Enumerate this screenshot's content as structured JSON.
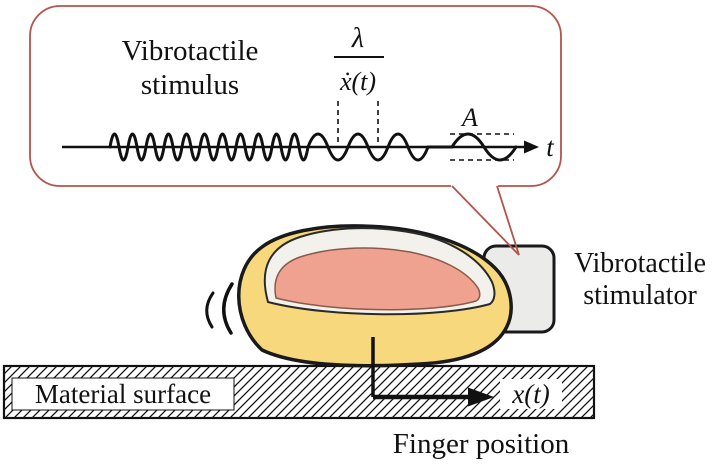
{
  "callout": {
    "stimulus_label_line1": "Vibrotactile",
    "stimulus_label_line2": "stimulus",
    "wavelength_numerator": "λ",
    "wavelength_denominator": "ẋ(t)",
    "axis_label": "t",
    "amplitude_label": "A"
  },
  "scene": {
    "stimulator_label_line1": "Vibrotactile",
    "stimulator_label_line2": "stimulator",
    "surface_label": "Material surface",
    "position_var": "x(t)",
    "position_caption": "Finger position"
  },
  "colors": {
    "callout_outline": "#b4544c",
    "finger_fill": "#f7d87c",
    "nail_plate_fill": "#f2f1ec",
    "nail_bed_fill": "#efa28f",
    "stimulator_fill": "#ebebe9",
    "ink": "#111111"
  }
}
